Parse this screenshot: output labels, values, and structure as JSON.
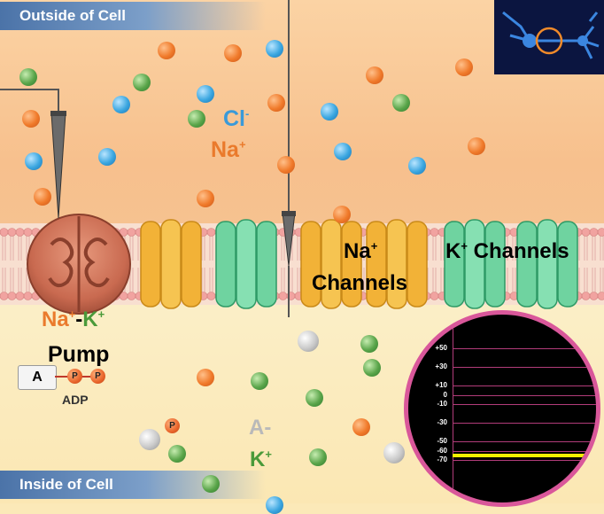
{
  "regions": {
    "outside_label": "Outside of Cell",
    "inside_label": "Inside of Cell"
  },
  "labels": {
    "cl": "Cl",
    "cl_sup": "-",
    "na_out": "Na",
    "na_out_sup": "+",
    "pump_na": "Na",
    "pump_na_sup": "+",
    "pump_dash": "-",
    "pump_k": "K",
    "pump_k_sup": "+",
    "pump_word": "Pump",
    "na_channels_na": "Na",
    "na_channels_sup": "+",
    "na_channels_word": "Channels",
    "k_channels_k": "K",
    "k_channels_sup": "+",
    "k_channels_word": "Channels",
    "anion": "A-",
    "k_in": "K",
    "k_in_sup": "+"
  },
  "atp": {
    "adenosine": "A",
    "phosphate_1": "P",
    "phosphate_2": "P",
    "adp_label": "ADP",
    "free_phosphate": "P"
  },
  "oscilloscope": {
    "ticks": [
      "+50",
      "+30",
      "+10",
      "0",
      "-10",
      "-30",
      "-50",
      "-60",
      "-70"
    ],
    "membrane_potential_mV": -65
  },
  "colors": {
    "sodium": "#f07a2a",
    "chloride": "#3aa6e0",
    "potassium": "#5aa54a",
    "anion": "#c9c9c9",
    "na_channel": "#f2b237",
    "k_channel": "#6fd3a0",
    "pump": "#d0735a",
    "trace": "#f4f000"
  }
}
